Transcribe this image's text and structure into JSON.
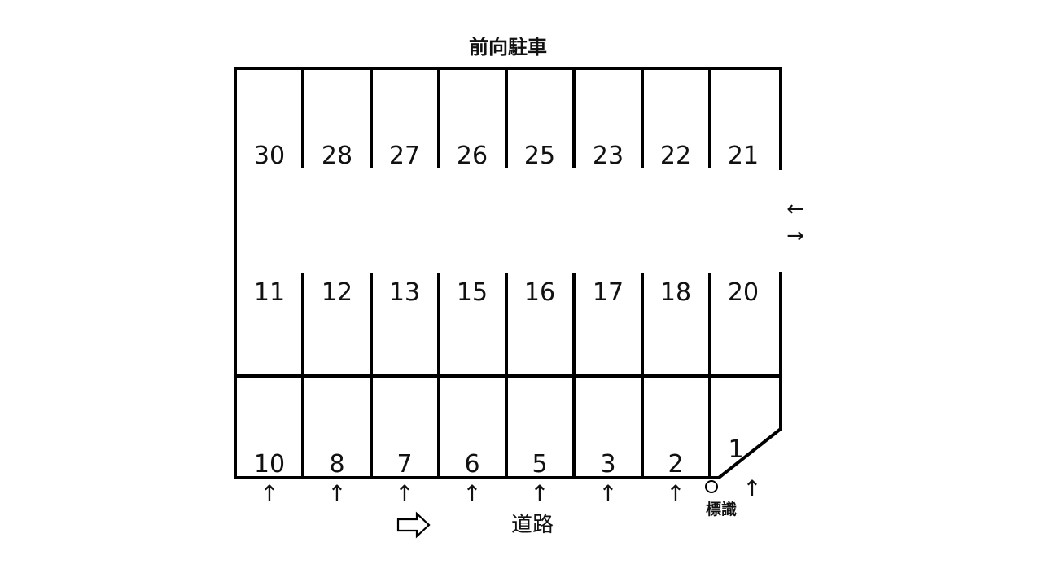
{
  "title": "前向駐車",
  "road_label": "道路",
  "sign_label": "標識",
  "road_arrows": [
    "↑",
    "↑",
    "↑",
    "↑",
    "↑",
    "↑",
    "↑",
    "↑"
  ],
  "entrance_arrows": [
    "←",
    "→"
  ],
  "direction_arrow": "⇨",
  "spaces": {
    "top_row": [
      "30",
      "28",
      "27",
      "26",
      "25",
      "23",
      "22",
      "21"
    ],
    "middle_row": [
      "11",
      "12",
      "13",
      "15",
      "16",
      "17",
      "18",
      "20"
    ],
    "bottom_row": [
      "10",
      "8",
      "7",
      "6",
      "5",
      "3",
      "2",
      "1"
    ]
  }
}
